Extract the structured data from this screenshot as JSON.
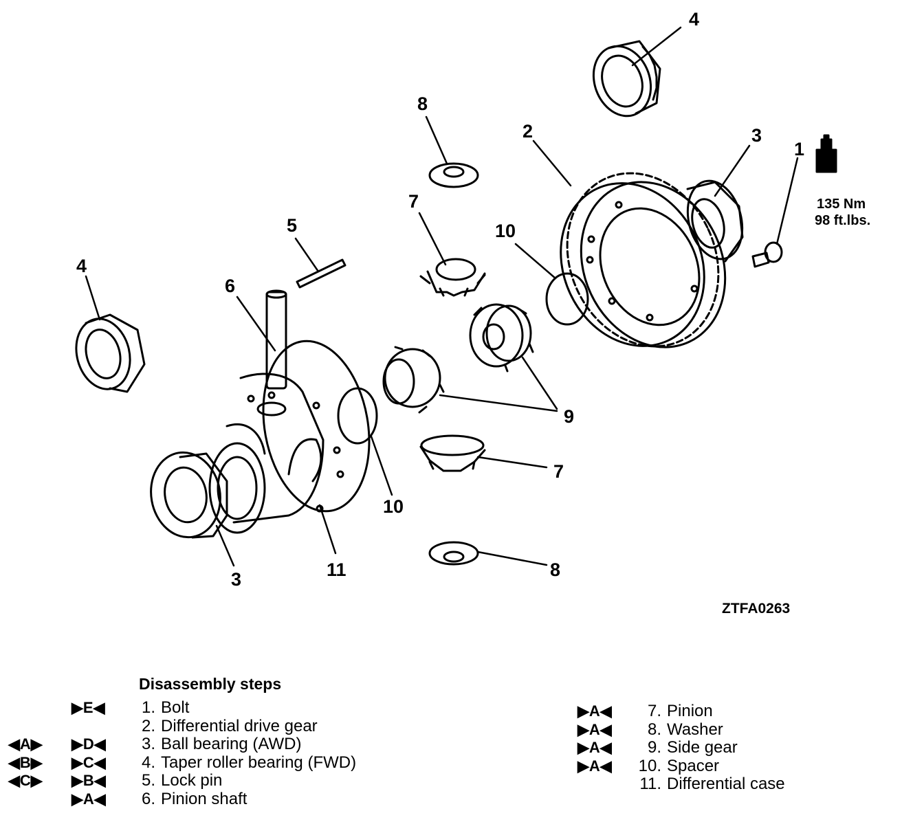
{
  "figure_code": "ZTFA0263",
  "torque": {
    "line1": "135 Nm",
    "line2": "98 ft.lbs."
  },
  "callouts": {
    "c1": "1",
    "c2": "2",
    "c3a": "3",
    "c3b": "3",
    "c4a": "4",
    "c4b": "4",
    "c5": "5",
    "c6": "6",
    "c7a": "7",
    "c7b": "7",
    "c8a": "8",
    "c8b": "8",
    "c9": "9",
    "c10a": "10",
    "c10b": "10",
    "c11": "11"
  },
  "steps_title": "Disassembly steps",
  "steps_left": [
    {
      "num": "1.",
      "text": "Bolt",
      "removal": "",
      "install": "▶E◀"
    },
    {
      "num": "2.",
      "text": "Differential drive gear",
      "removal": "",
      "install": ""
    },
    {
      "num": "3.",
      "text": "Ball bearing (AWD)",
      "removal": "◀A▶",
      "install": "▶D◀"
    },
    {
      "num": "4.",
      "text": "Taper roller bearing (FWD)",
      "removal": "◀B▶",
      "install": "▶C◀"
    },
    {
      "num": "5.",
      "text": "Lock pin",
      "removal": "◀C▶",
      "install": "▶B◀"
    },
    {
      "num": "6.",
      "text": "Pinion shaft",
      "removal": "",
      "install": "▶A◀"
    }
  ],
  "steps_right": [
    {
      "num": "7.",
      "text": "Pinion",
      "install": "▶A◀"
    },
    {
      "num": "8.",
      "text": "Washer",
      "install": "▶A◀"
    },
    {
      "num": "9.",
      "text": "Side gear",
      "install": "▶A◀"
    },
    {
      "num": "10.",
      "text": "Spacer",
      "install": "▶A◀"
    },
    {
      "num": "11.",
      "text": "Differential case",
      "install": ""
    }
  ]
}
